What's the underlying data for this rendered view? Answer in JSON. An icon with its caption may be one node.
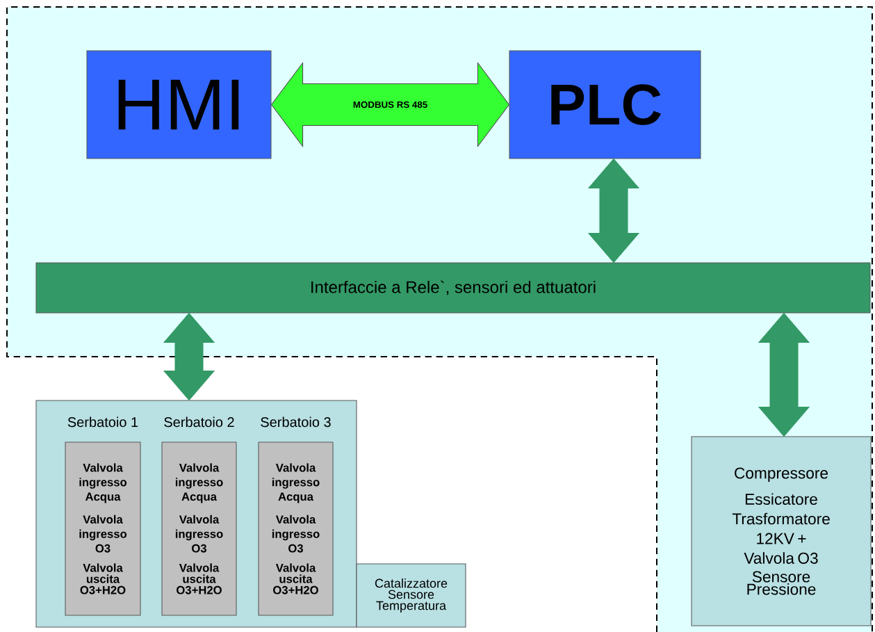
{
  "diagram": {
    "nodes": [
      {
        "text": [
          "HMI"
        ]
      },
      {
        "text": [
          "PLC"
        ]
      },
      {
        "text": [
          "Interfaccie a Rele`, sensori ed attuatori"
        ]
      },
      {
        "text": [],
        "shape": "box"
      },
      {
        "text": [
          "Serbatoio 1",
          "Valvola ingresso Acqua",
          "Valvola ingresso O3",
          "Valvola uscita O3+H2O"
        ],
        "in": 3
      },
      {
        "text": [
          "Serbatoio 2",
          "Valvola ingresso Acqua",
          "Valvola ingresso O3",
          "Valvola uscita O3+H2O"
        ],
        "in": 3
      },
      {
        "text": [
          "Serbatoio 3",
          "Valvola ingresso Acqua",
          "Valvola ingresso O3",
          "Valvola uscita O3+H2O"
        ],
        "in": 3
      },
      {
        "text": [
          "Catalizzatore",
          "Sensore Temperatura"
        ]
      },
      {
        "text": [
          "Compressore",
          "Essicatore Trasformatore 12KV + Valvola O3",
          "Sensore Pressione"
        ]
      }
    ],
    "edges": [
      {
        "from": 0,
        "to": 1,
        "arrow": "both",
        "label": "MODBUS RS 485",
        "color": "#33ff33"
      },
      {
        "from": 1,
        "to": 2,
        "arrow": "both"
      },
      {
        "from": 2,
        "to": 3,
        "arrow": "both"
      },
      {
        "from": 2,
        "to": 8,
        "arrow": "both"
      }
    ]
  }
}
